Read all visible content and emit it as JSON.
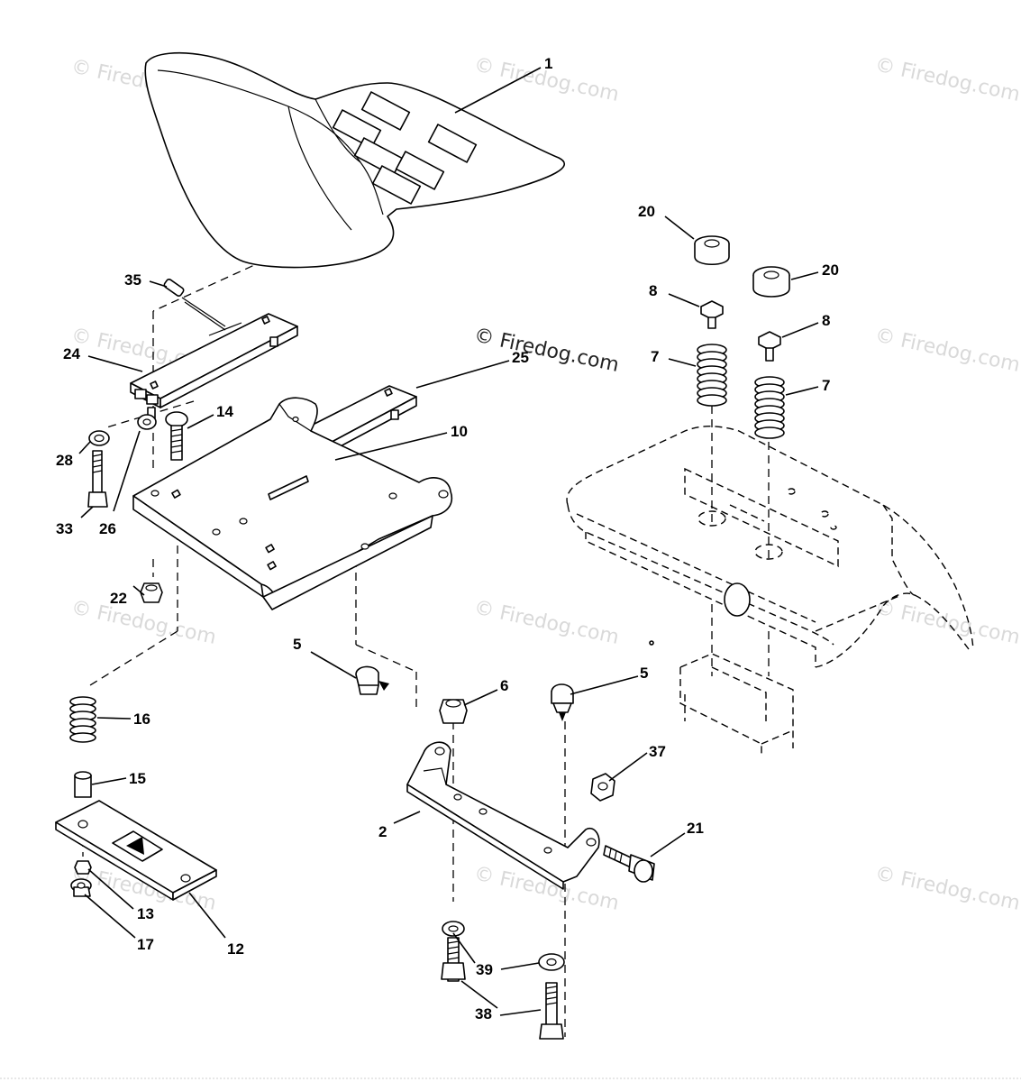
{
  "diagram": {
    "watermark": "© Firedog.com",
    "callouts": [
      "1",
      "35",
      "24",
      "25",
      "14",
      "10",
      "28",
      "26",
      "33",
      "22",
      "5",
      "6",
      "16",
      "15",
      "13",
      "17",
      "12",
      "2",
      "37",
      "21",
      "39",
      "38",
      "20",
      "8",
      "7"
    ]
  }
}
